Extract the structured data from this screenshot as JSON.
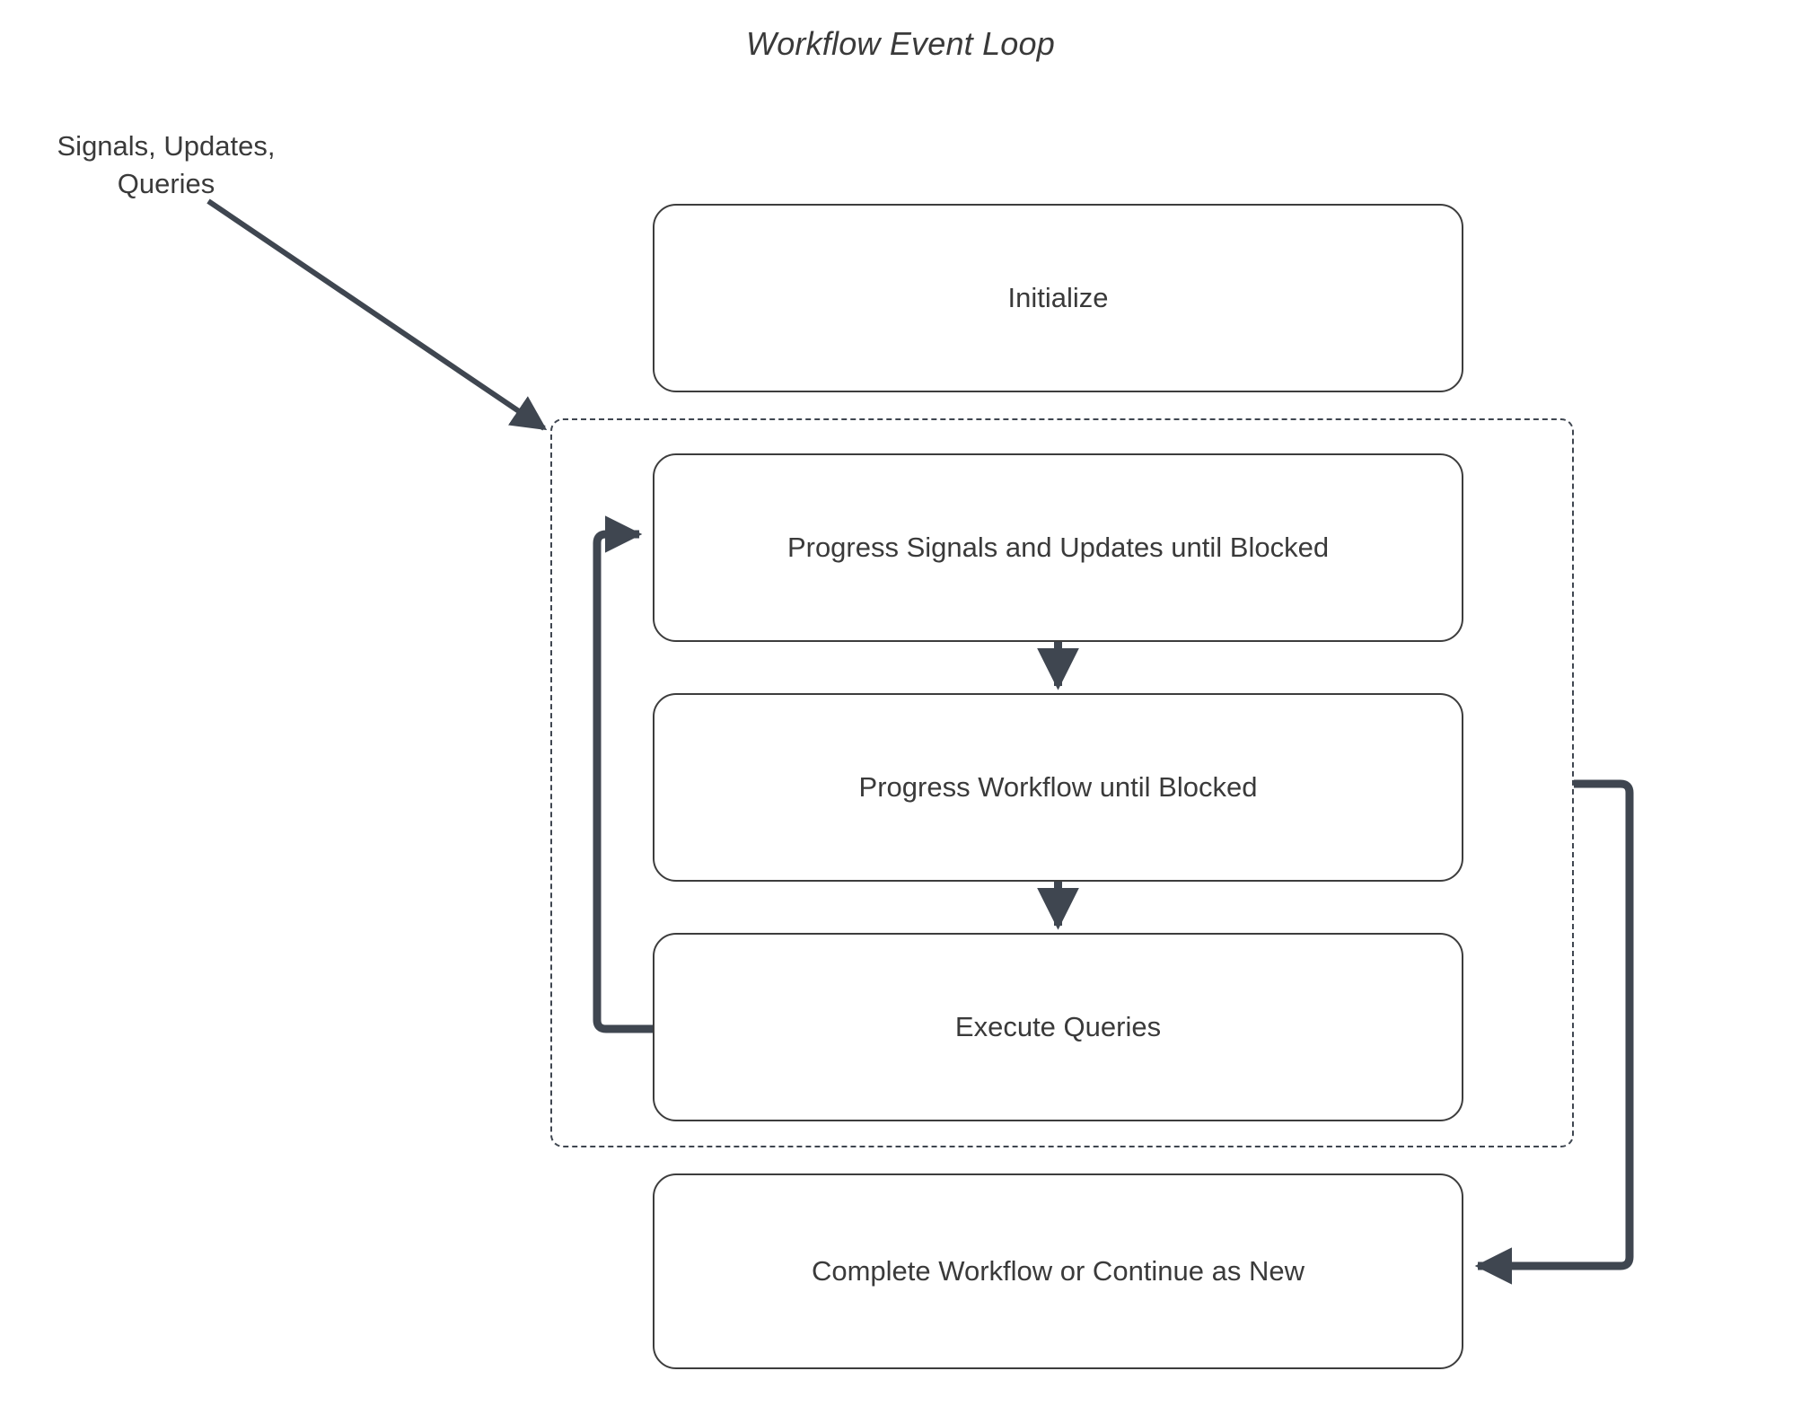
{
  "diagram": {
    "title": "Workflow Event Loop",
    "external_input_label": "Signals, Updates,\nQueries",
    "nodes": [
      {
        "id": "initialize",
        "label": "Initialize"
      },
      {
        "id": "progress-signals",
        "label": "Progress Signals and Updates until Blocked"
      },
      {
        "id": "progress-workflow",
        "label": "Progress Workflow until Blocked"
      },
      {
        "id": "execute-queries",
        "label": "Execute Queries"
      },
      {
        "id": "complete",
        "label": "Complete Workflow or Continue as New"
      }
    ],
    "edges": [
      {
        "id": "input-to-loop",
        "from": "Signals, Updates, Queries",
        "to": "loop-container",
        "style": "solid-diagonal-arrow"
      },
      {
        "id": "signals-to-workflow",
        "from": "progress-signals",
        "to": "progress-workflow",
        "style": "solid-down-arrow"
      },
      {
        "id": "workflow-to-queries",
        "from": "progress-workflow",
        "to": "execute-queries",
        "style": "solid-down-arrow"
      },
      {
        "id": "queries-loop-back",
        "from": "execute-queries",
        "to": "progress-signals",
        "style": "orthogonal-loop-left"
      },
      {
        "id": "loop-to-complete",
        "from": "loop-container",
        "to": "complete",
        "style": "orthogonal-loop-right"
      }
    ],
    "colors": {
      "stroke": "#3f4650",
      "node_border": "#3d3d3d",
      "text": "#3a3a3a",
      "background": "#ffffff"
    }
  }
}
